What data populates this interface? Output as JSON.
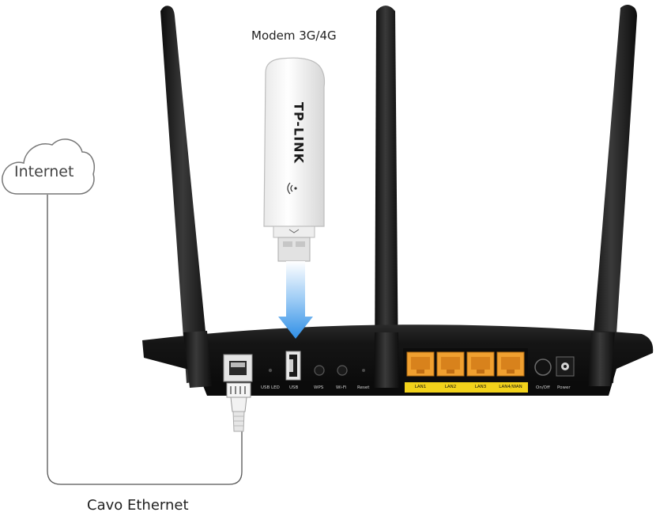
{
  "labels": {
    "internet": "Internet",
    "modem": "Modem 3G/4G",
    "cable": "Cavo Ethernet",
    "usb_brand": "TP-LINK"
  },
  "router_ports": {
    "usb_led": "USB LED",
    "usb": "USB",
    "wps": "WPS",
    "wifi": "Wi-Fi",
    "reset": "Reset",
    "lan1": "LAN1",
    "lan2": "LAN2",
    "lan3": "LAN3",
    "lan4wan": "LAN4/WAN",
    "onoff": "On/Off",
    "power": "Power"
  },
  "colors": {
    "arrow": "#2f8fe6",
    "lan_port": "#f0a030",
    "lan_strip": "#f2d21b",
    "router_body": "#151515",
    "line": "#555555"
  }
}
